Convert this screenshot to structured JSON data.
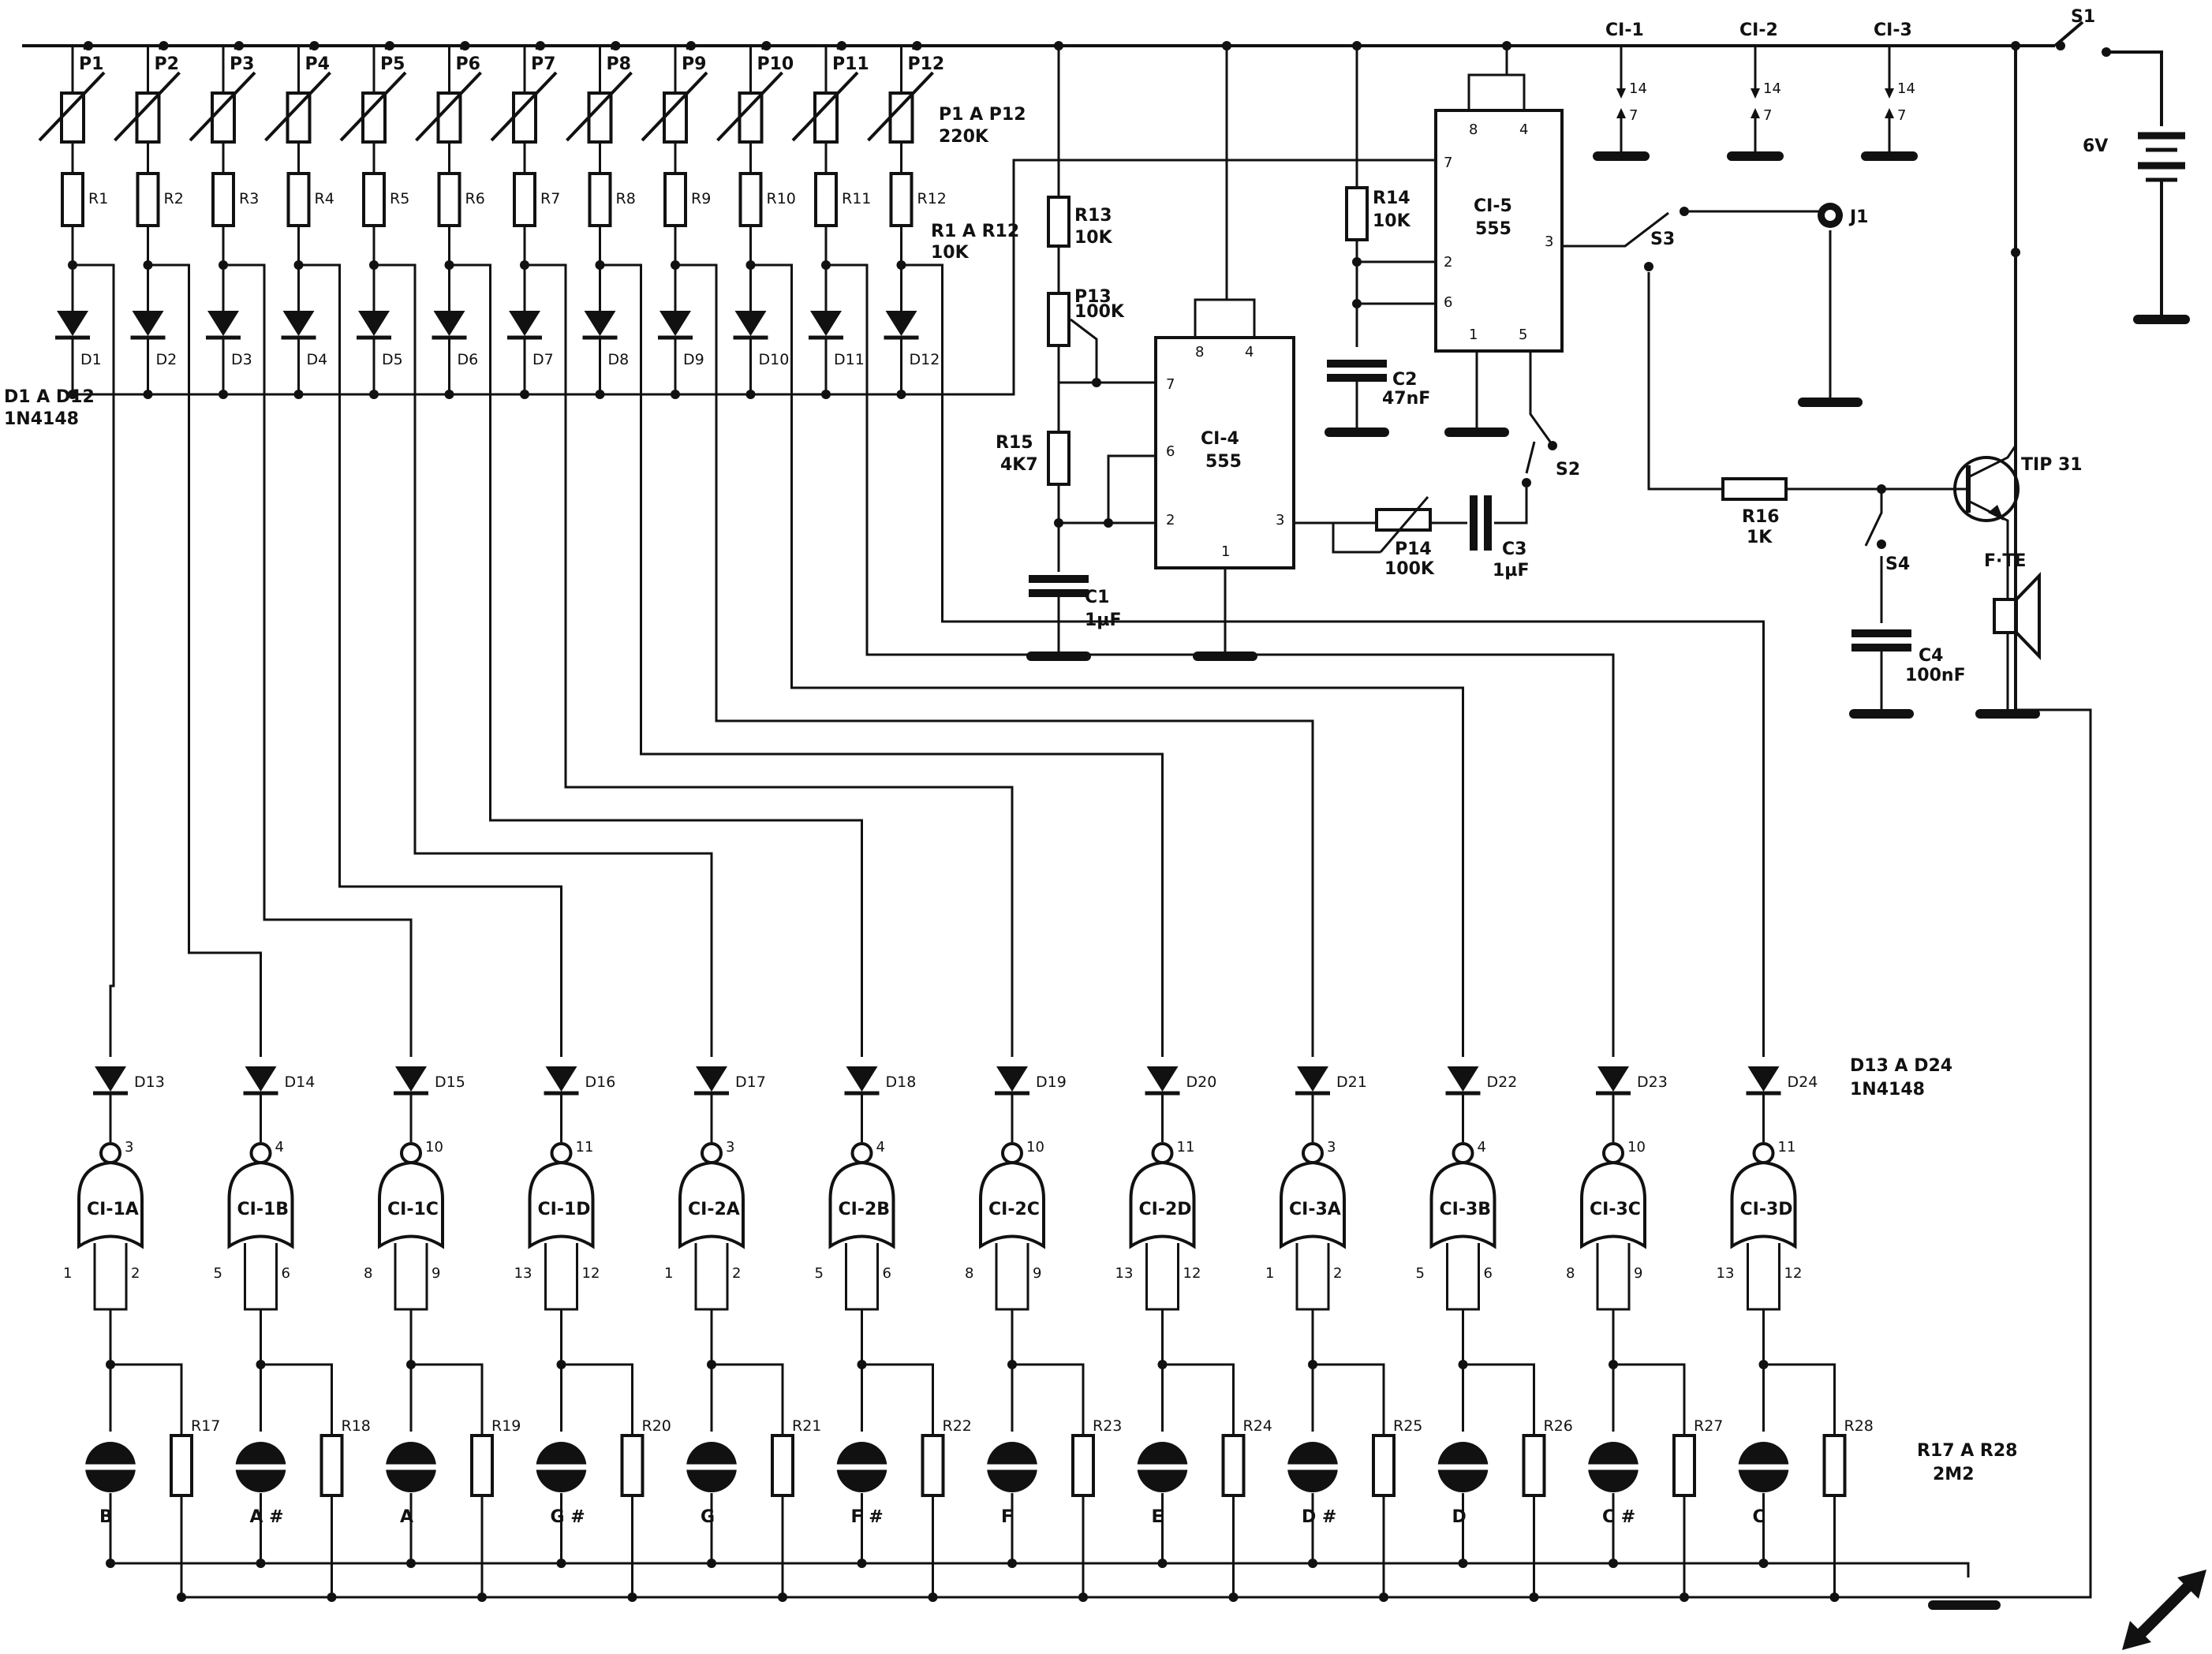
{
  "pots": {
    "labels": [
      "P1",
      "P2",
      "P3",
      "P4",
      "P5",
      "P6",
      "P7",
      "P8",
      "P9",
      "P10",
      "P11",
      "P12"
    ],
    "note_range": "P1 A P12",
    "note_value": "220K"
  },
  "resistors_top": {
    "labels": [
      "R1",
      "R2",
      "R3",
      "R4",
      "R5",
      "R6",
      "R7",
      "R8",
      "R9",
      "R10",
      "R11",
      "R12"
    ],
    "note_range": "R1 A R12",
    "note_value": "10K"
  },
  "diodes_top": {
    "labels": [
      "D1",
      "D2",
      "D3",
      "D4",
      "D5",
      "D6",
      "D7",
      "D8",
      "D9",
      "D10",
      "D11",
      "D12"
    ],
    "note_range": "D1 A D12",
    "note_type": "1N4148"
  },
  "diodes_bottom": {
    "labels": [
      "D13",
      "D14",
      "D15",
      "D16",
      "D17",
      "D18",
      "D19",
      "D20",
      "D21",
      "D22",
      "D23",
      "D24"
    ],
    "note_range": "D13 A D24",
    "note_type": "1N4148"
  },
  "gates": [
    {
      "name": "CI-1A",
      "out": "3",
      "in1": "1",
      "in2": "2"
    },
    {
      "name": "CI-1B",
      "out": "4",
      "in1": "5",
      "in2": "6"
    },
    {
      "name": "CI-1C",
      "out": "10",
      "in1": "8",
      "in2": "9"
    },
    {
      "name": "CI-1D",
      "out": "11",
      "in1": "13",
      "in2": "12"
    },
    {
      "name": "CI-2A",
      "out": "3",
      "in1": "1",
      "in2": "2"
    },
    {
      "name": "CI-2B",
      "out": "4",
      "in1": "5",
      "in2": "6"
    },
    {
      "name": "CI-2C",
      "out": "10",
      "in1": "8",
      "in2": "9"
    },
    {
      "name": "CI-2D",
      "out": "11",
      "in1": "13",
      "in2": "12"
    },
    {
      "name": "CI-3A",
      "out": "3",
      "in1": "1",
      "in2": "2"
    },
    {
      "name": "CI-3B",
      "out": "4",
      "in1": "5",
      "in2": "6"
    },
    {
      "name": "CI-3C",
      "out": "10",
      "in1": "8",
      "in2": "9"
    },
    {
      "name": "CI-3D",
      "out": "11",
      "in1": "13",
      "in2": "12"
    }
  ],
  "touch_keys": {
    "notes": [
      "B",
      "A #",
      "A",
      "G #",
      "G",
      "F #",
      "F",
      "E",
      "D #",
      "D",
      "C #",
      "C"
    ],
    "resistors": [
      "R17",
      "R18",
      "R19",
      "R20",
      "R21",
      "R22",
      "R23",
      "R24",
      "R25",
      "R26",
      "R27",
      "R28"
    ],
    "note_range": "R17 A R28",
    "note_value": "2M2"
  },
  "supply": {
    "ci_labels": [
      "CI-1",
      "CI-2",
      "CI-3"
    ],
    "pin_top": "14",
    "pin_bottom": "7",
    "switch": "S1",
    "battery": "6V"
  },
  "ci4": {
    "name": "CI-4",
    "type": "555",
    "pins": {
      "p8": "8",
      "p4": "4",
      "p7": "7",
      "p6": "6",
      "p2": "2",
      "p1": "1",
      "p3": "3"
    }
  },
  "ci5": {
    "name": "CI-5",
    "type": "555",
    "pins": {
      "p8": "8",
      "p4": "4",
      "p7": "7",
      "p2": "2",
      "p6": "6",
      "p1": "1",
      "p5": "5",
      "p3": "3"
    }
  },
  "parts": {
    "r13": {
      "label": "R13",
      "value": "10K"
    },
    "p13": {
      "label": "P13",
      "value": "100K"
    },
    "r15": {
      "label": "R15",
      "value": "4K7"
    },
    "c1": {
      "label": "C1",
      "value": "1µF"
    },
    "r14": {
      "label": "R14",
      "value": "10K"
    },
    "c2": {
      "label": "C2",
      "value": "47nF"
    },
    "p14": {
      "label": "P14",
      "value": "100K"
    },
    "c3": {
      "label": "C3",
      "value": "1µF"
    },
    "s2": "S2",
    "s3": "S3",
    "j1": "J1",
    "r16": {
      "label": "R16",
      "value": "1K"
    },
    "s4": "S4",
    "c4": {
      "label": "C4",
      "value": "100nF"
    },
    "q1": "TIP 31",
    "speaker": "F·TE"
  }
}
